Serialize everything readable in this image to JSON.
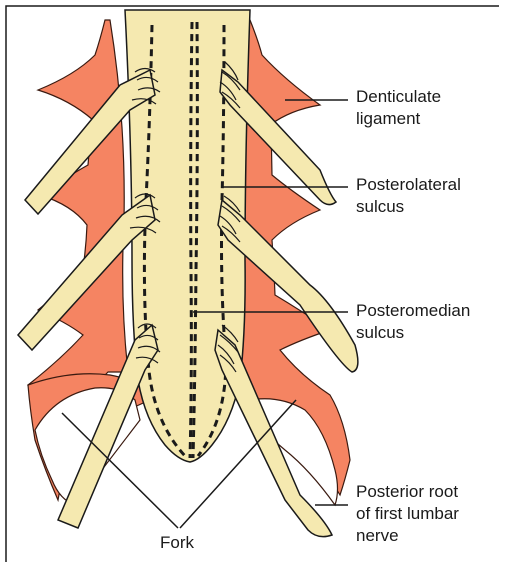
{
  "colors": {
    "ligament": "#f58462",
    "ligament_stroke": "#3a1a10",
    "cord": "#f5e9b0",
    "root": "#f5e9b0",
    "outline": "#1a1a1a",
    "background": "#ffffff"
  },
  "labels": {
    "denticulate": {
      "line1": "Denticulate",
      "line2": "ligament"
    },
    "posterolateral": {
      "line1": "Posterolateral",
      "line2": "sulcus"
    },
    "posteromedian": {
      "line1": "Posteromedian",
      "line2": "sulcus"
    },
    "posterior_root": {
      "line1": "Posterior root",
      "line2": "of first lumbar",
      "line3": "nerve"
    },
    "fork": "Fork"
  }
}
